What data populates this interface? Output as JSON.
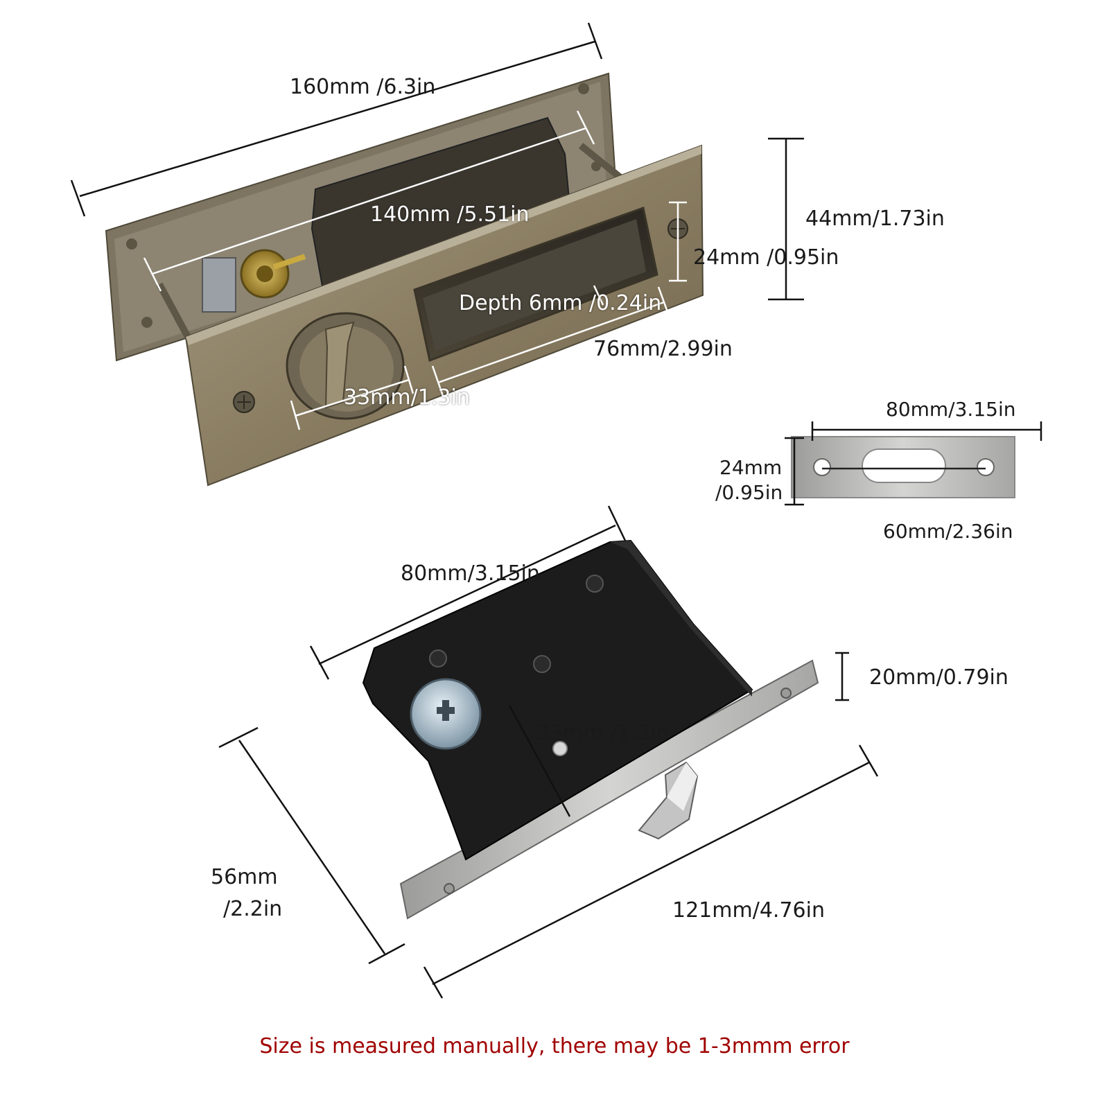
{
  "handle": {
    "overall_length": "160mm /6.3in",
    "screw_spacing": "140mm /5.51in",
    "overall_height": "44mm/1.73in",
    "recess_height": "24mm /0.95in",
    "recess_depth": "Depth 6mm /0.24in",
    "recess_length": "76mm/2.99in",
    "turn_diameter": "33mm/1.3in"
  },
  "strike_plate": {
    "length": "80mm/3.15in",
    "height_mm": "24mm",
    "height_in": "/0.95in",
    "hole_spacing": "60mm/2.36in"
  },
  "lock_body": {
    "width": "80mm/3.15in",
    "faceplate_width": "20mm/0.79in",
    "backset": "33mm /1.3in",
    "height_mm": "56mm",
    "height_in": "/2.2in",
    "faceplate_length": "121mm/4.76in"
  },
  "note": "Size is measured manually, there may be 1-3mmm error",
  "colors": {
    "bronze": "#8a7d62",
    "satin_nickel": "#b8b8b6",
    "black_case": "#1c1c1c",
    "note_red": "#a00000"
  }
}
